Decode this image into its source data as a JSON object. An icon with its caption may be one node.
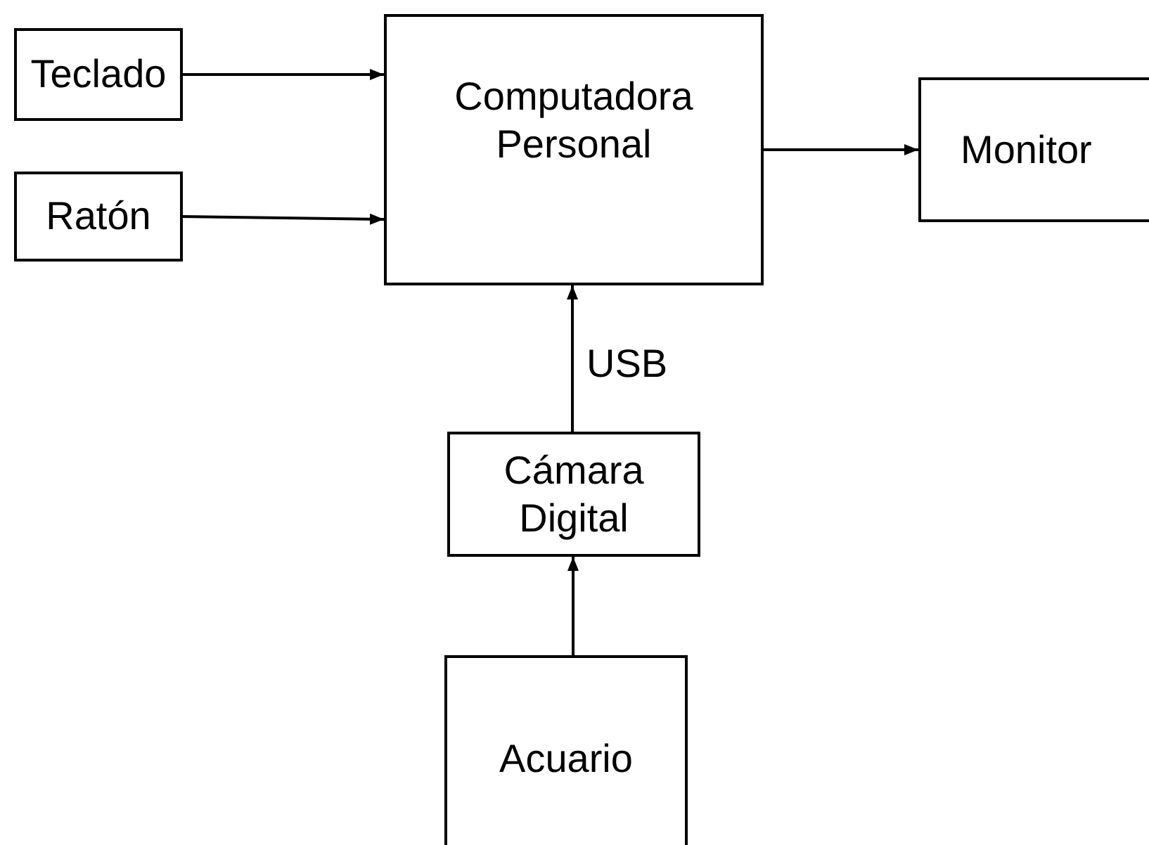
{
  "diagram": {
    "nodes": [
      {
        "text": [
          "Teclado"
        ]
      },
      {
        "text": [
          "Ratón"
        ]
      },
      {
        "text": [
          "Computadora Personal"
        ]
      },
      {
        "text": [
          "Monitor"
        ]
      },
      {
        "text": [
          "Cámara Digital"
        ]
      },
      {
        "text": [
          "Acuario"
        ]
      }
    ],
    "edges": [
      {
        "from": 0,
        "to": 2,
        "arrow": "to"
      },
      {
        "from": 1,
        "to": 2,
        "arrow": "to"
      },
      {
        "from": 2,
        "to": 3,
        "arrow": "to"
      },
      {
        "from": 4,
        "to": 2,
        "label": "USB",
        "arrow": "to"
      },
      {
        "from": 5,
        "to": 4,
        "arrow": "to"
      }
    ]
  }
}
